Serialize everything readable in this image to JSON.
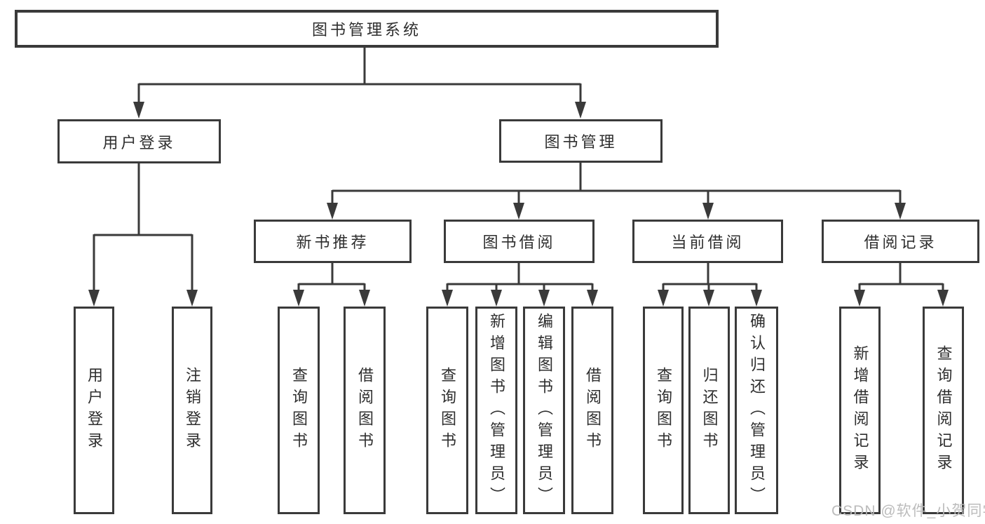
{
  "diagram": {
    "type": "hierarchy-tree",
    "colors": {
      "line": "#3a3a3a",
      "box_border": "#3a3a3a",
      "box_fill": "#ffffff",
      "text": "#2e2e2e",
      "watermark_text": "#b9b9b9",
      "background": "#ffffff"
    }
  },
  "tree": {
    "label": "图书管理系统",
    "children": [
      {
        "label": "用户登录",
        "children": [
          {
            "label": "用户登录"
          },
          {
            "label": "注销登录"
          }
        ]
      },
      {
        "label": "图书管理",
        "children": [
          {
            "label": "新书推荐",
            "children": [
              {
                "label": "查询图书"
              },
              {
                "label": "借阅图书"
              }
            ]
          },
          {
            "label": "图书借阅",
            "children": [
              {
                "label": "查询图书"
              },
              {
                "label": "新增图书（管理员）"
              },
              {
                "label": "编辑图书（管理员）"
              },
              {
                "label": "借阅图书"
              }
            ]
          },
          {
            "label": "当前借阅",
            "children": [
              {
                "label": "查询图书"
              },
              {
                "label": "归还图书"
              },
              {
                "label": "确认归还（管理员）"
              }
            ]
          },
          {
            "label": "借阅记录",
            "children": [
              {
                "label": "新增借阅记录"
              },
              {
                "label": "查询借阅记录"
              }
            ]
          }
        ]
      }
    ]
  },
  "watermark": {
    "text": "CSDN @软件_小贺同学"
  }
}
